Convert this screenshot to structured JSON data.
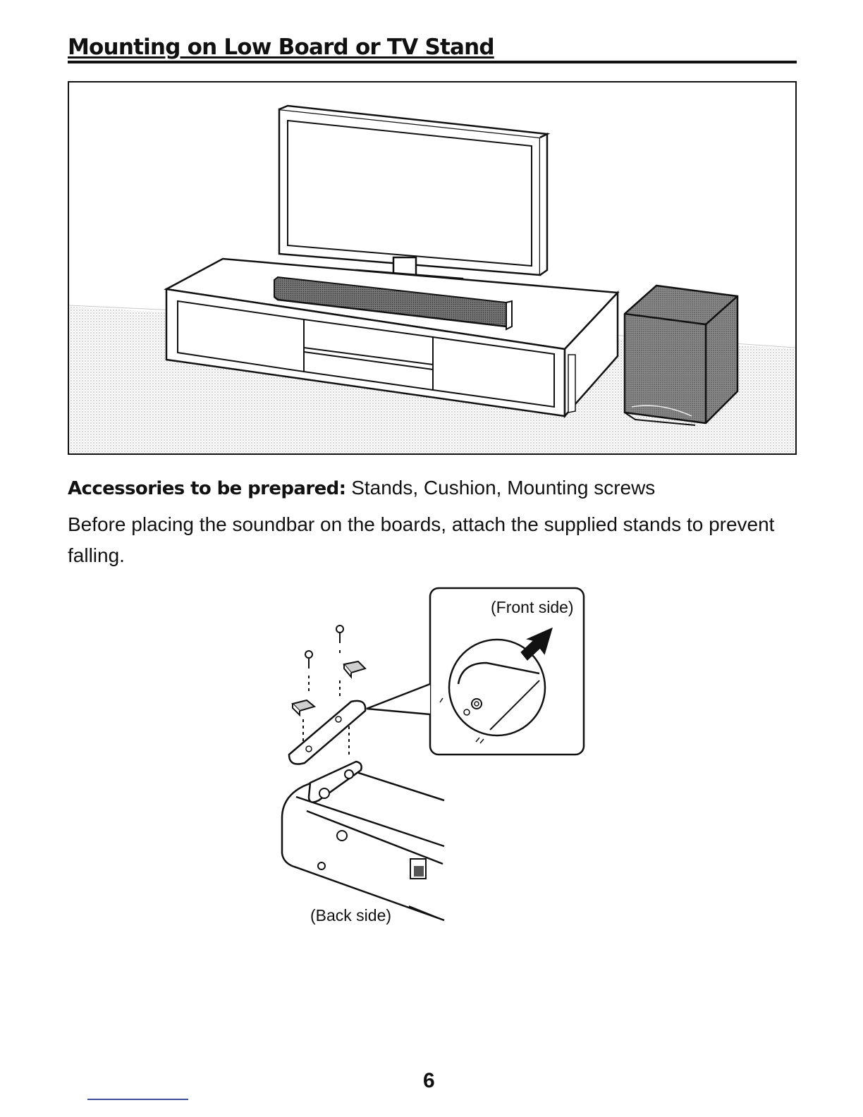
{
  "page": {
    "title": "Mounting on Low Board or TV Stand",
    "accessories_label": "Accessories to be prepared:",
    "accessories_list": "Stands, Cushion, Mounting screws",
    "instruction": "Before placing the soundbar on the boards, attach the supplied stands to prevent falling.",
    "front_side_label": "(Front side)",
    "back_side_label": "(Back side)",
    "page_number": "6"
  },
  "colors": {
    "text": "#111111",
    "line": "#111111",
    "shade": "#bdbdbd",
    "dark_fill": "#6e6e6e",
    "footer_rule": "#3c4f9a"
  },
  "icons": {
    "scene": "tv-soundbar-subwoofer-illustration",
    "detail": "stand-attachment-diagram"
  }
}
